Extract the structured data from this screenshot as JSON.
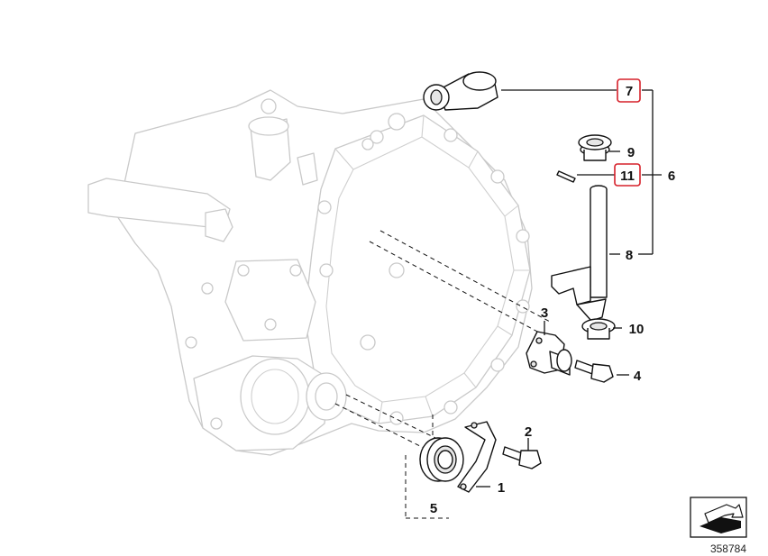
{
  "callouts": {
    "c1": "1",
    "c2": "2",
    "c3": "3",
    "c4": "4",
    "c5": "5",
    "c6": "6",
    "c7": "7",
    "c8": "8",
    "c9": "9",
    "c10": "10",
    "c11": "11"
  },
  "highlighted_callouts": [
    "7",
    "11"
  ],
  "highlight_color": "#d6202a",
  "reference_number": "358784",
  "corner_icon": "arrow-to-parts-icon"
}
